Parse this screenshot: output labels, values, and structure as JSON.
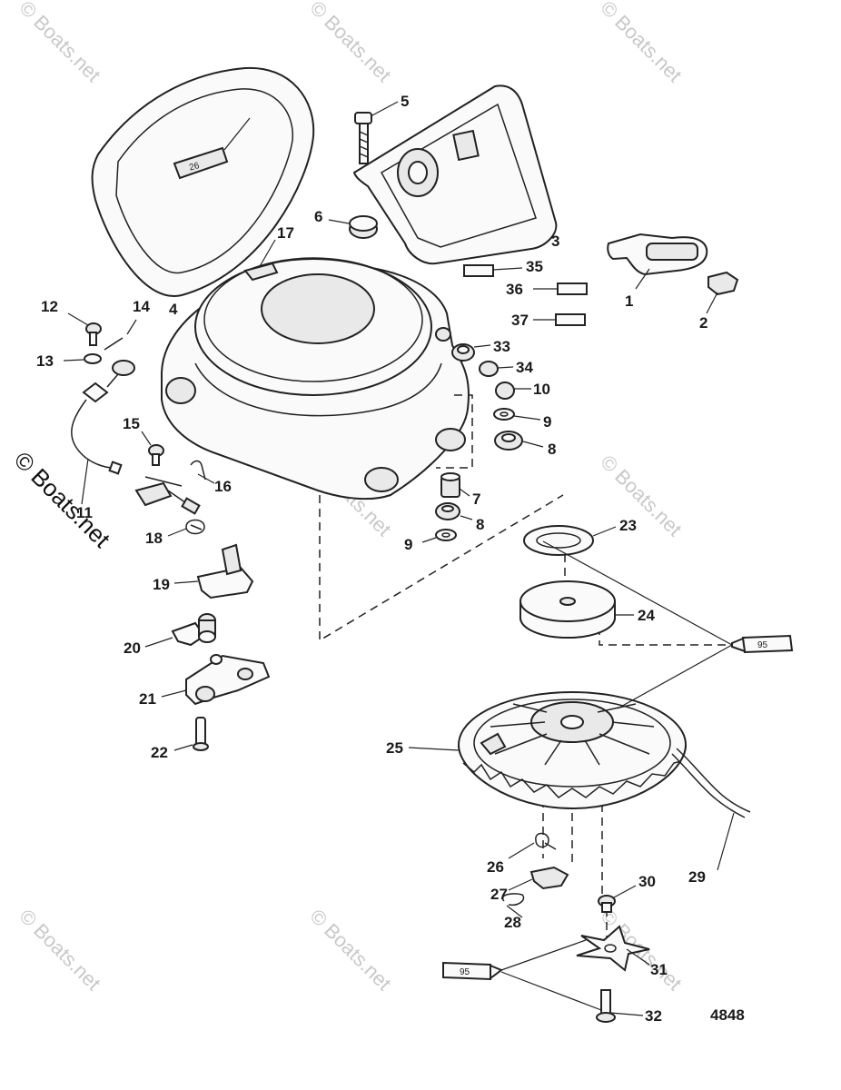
{
  "watermark": "© Boats.net",
  "diagram_number": "4848",
  "callouts": {
    "c1": "1",
    "c2": "2",
    "c3": "3",
    "c4": "4",
    "c5": "5",
    "c6": "6",
    "c7": "7",
    "c8a": "8",
    "c8b": "8",
    "c9a": "9",
    "c9b": "9",
    "c10": "10",
    "c11": "11",
    "c12": "12",
    "c13": "13",
    "c14": "14",
    "c15": "15",
    "c16": "16",
    "c17": "17",
    "c18": "18",
    "c19": "19",
    "c20": "20",
    "c21": "21",
    "c22": "22",
    "c23": "23",
    "c24": "24",
    "c25": "25",
    "c26": "26",
    "c27": "27",
    "c28": "28",
    "c29": "29",
    "c30": "30",
    "c31": "31",
    "c32": "32",
    "c33": "33",
    "c34": "34",
    "c35": "35",
    "c36": "36",
    "c37": "37"
  },
  "tubes": {
    "t26": "26",
    "t95a": "95",
    "t95b": "95"
  }
}
